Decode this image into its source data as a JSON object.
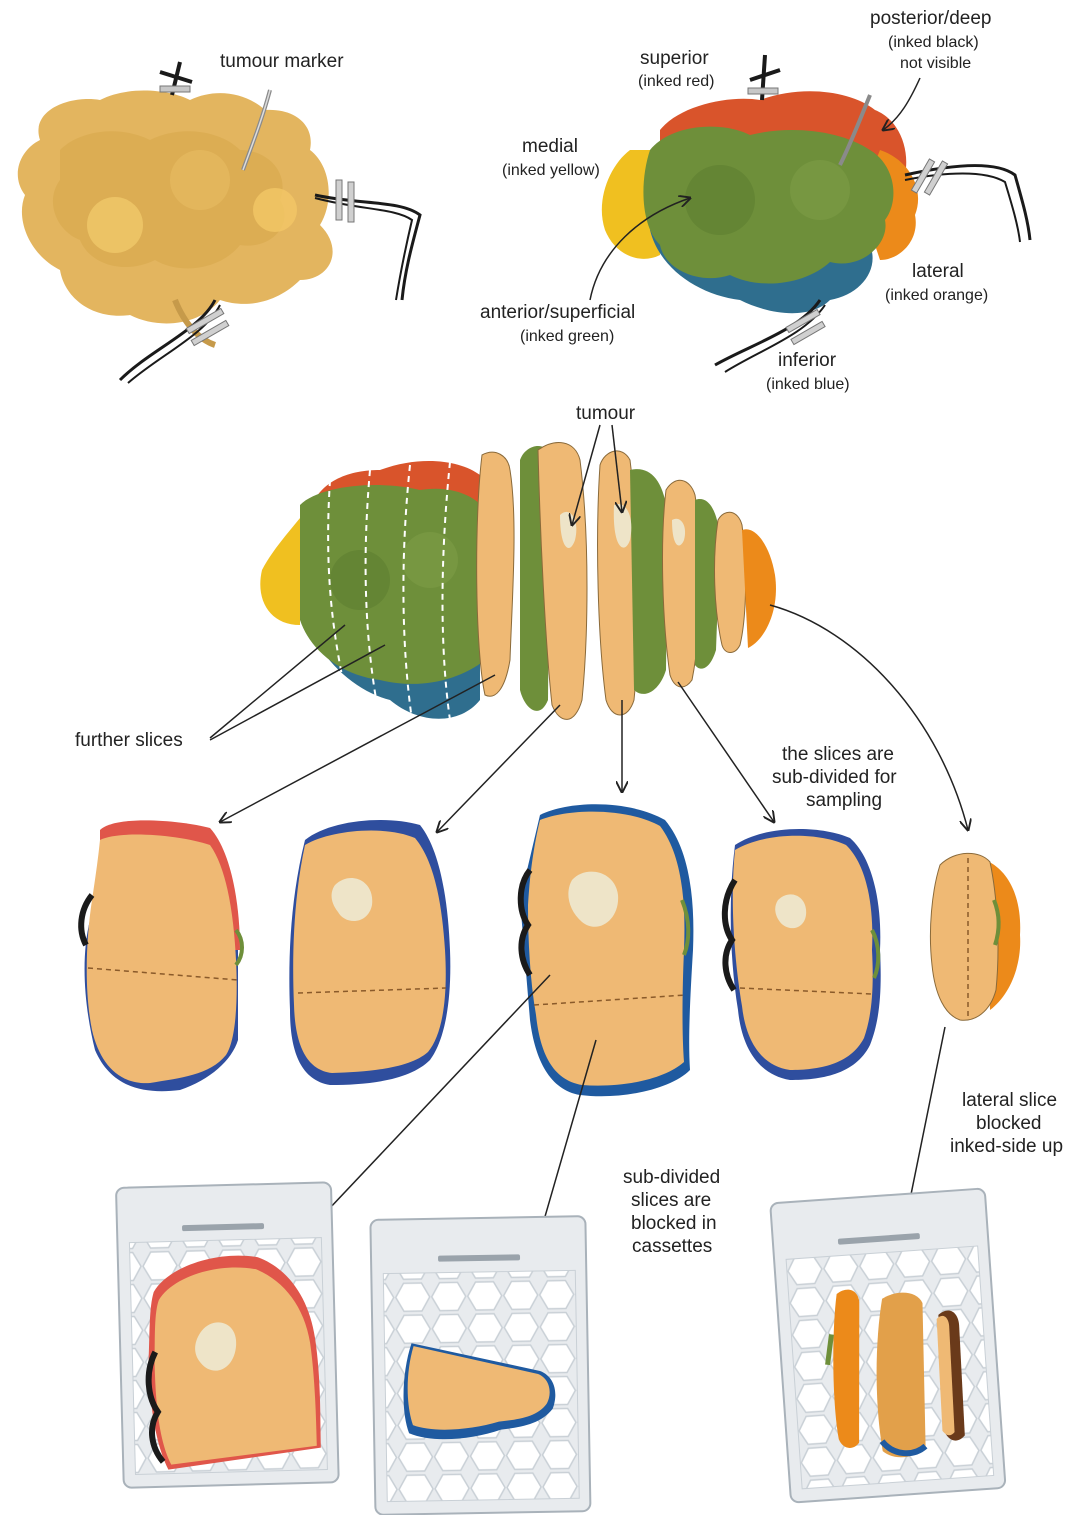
{
  "labels": {
    "tumour_marker": "tumour marker",
    "posterior": "posterior/deep",
    "posterior_sub": "(inked black)",
    "posterior_sub2": "not visible",
    "superior": "superior",
    "superior_sub": "(inked red)",
    "medial": "medial",
    "medial_sub": "(inked yellow)",
    "anterior": "anterior/superficial",
    "anterior_sub": "(inked green)",
    "lateral": "lateral",
    "lateral_sub": "(inked orange)",
    "inferior": "inferior",
    "inferior_sub": "(inked blue)",
    "tumour": "tumour",
    "further_slices": "further slices",
    "subdivided_1": "the slices are",
    "subdivided_2": "sub-divided for",
    "subdivided_3": "sampling",
    "lateral_slice_1": "lateral slice",
    "lateral_slice_2": "blocked",
    "lateral_slice_3": "inked-side up",
    "blocked_1": "sub-divided",
    "blocked_2": "slices are",
    "blocked_3": "blocked in",
    "blocked_4": "cassettes"
  },
  "colors": {
    "tissue": "#e9b96a",
    "fat": "#dcae58",
    "slice": "#efb974",
    "tumour": "#eee4c8",
    "ink_red": "#d9542b",
    "ink_yellow": "#f0c020",
    "ink_green": "#6e8f3a",
    "ink_orange": "#ec8a1a",
    "ink_blue": "#2f6e8e",
    "ink_black": "#1a1a1a",
    "cassette": "#e8ebee",
    "cassette_edge": "#a9b2ba"
  }
}
